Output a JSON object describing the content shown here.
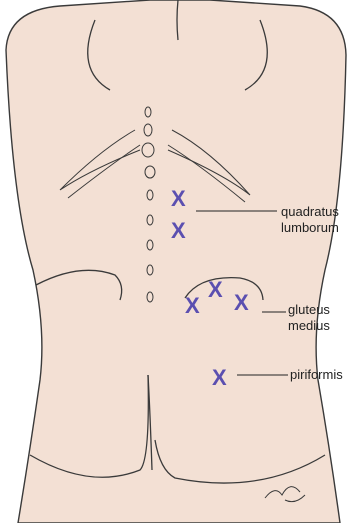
{
  "labels": {
    "quadratus_lumborum": [
      "quadratus",
      "lumborum"
    ],
    "gluteus_medius": [
      "gluteus",
      "medius"
    ],
    "piriformis": "piriformis"
  },
  "marker": {
    "symbol": "X",
    "color": "#5b4fb0"
  },
  "skin_color": "#f3e0d4",
  "outline_color": "#3a3a3a",
  "trigger_points": [
    {
      "muscle": "quadratus lumborum",
      "count": 2
    },
    {
      "muscle": "gluteus medius",
      "count": 3
    },
    {
      "muscle": "piriformis",
      "count": 1
    }
  ]
}
